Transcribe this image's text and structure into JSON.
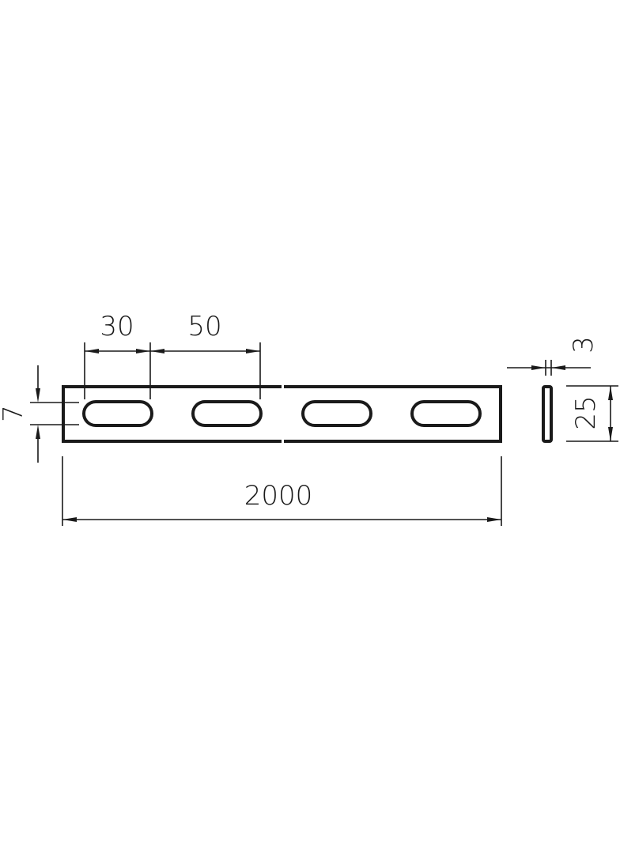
{
  "drawing": {
    "line_color": "#1a1a1a",
    "dimensions": {
      "slot_pitch_start": "30",
      "slot_pitch": "50",
      "slot_width": "7",
      "length": "2000",
      "thickness": "3",
      "height": "25"
    }
  }
}
